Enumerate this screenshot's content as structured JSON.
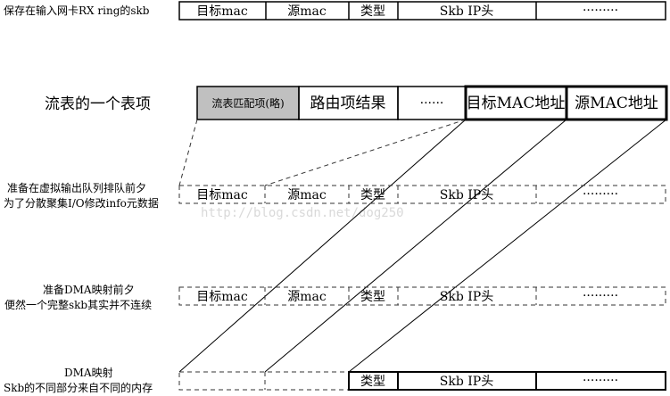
{
  "rows": {
    "rx_ring": {
      "label": "保存在输入网卡RX ring的skb",
      "cells": [
        "目标mac",
        "源mac",
        "类型",
        "Skb IP头",
        "·········"
      ]
    },
    "flow_entry": {
      "label": "流表的一个表项",
      "cells": [
        "流表匹配项(略)",
        "路由项结果",
        "······",
        "目标MAC地址",
        "源MAC地址"
      ]
    },
    "before_queue": {
      "label_lines": [
        "准备在虚拟输出队列排队前夕",
        "为了分散聚集I/O修改info元数据"
      ],
      "cells": [
        "目标mac",
        "源mac",
        "类型",
        "Skb IP头",
        "·········"
      ]
    },
    "before_dma": {
      "label_lines": [
        "准备DMA映射前夕",
        "便然一个完整skb其实并不连续"
      ],
      "cells": [
        "目标mac",
        "源mac",
        "类型",
        "Skb IP头",
        "·········"
      ]
    },
    "dma": {
      "label_lines": [
        "DMA映射",
        "Skb的不同部分来自不同的内存"
      ],
      "cells": [
        "类型",
        "Skb IP头",
        "·········"
      ]
    }
  },
  "watermark": "http://blog.csdn.net/dog250",
  "colors": {
    "line": "#000000",
    "dash": "#333333",
    "shade": "#c0c0c0",
    "watermark": "#d9d9d9"
  }
}
